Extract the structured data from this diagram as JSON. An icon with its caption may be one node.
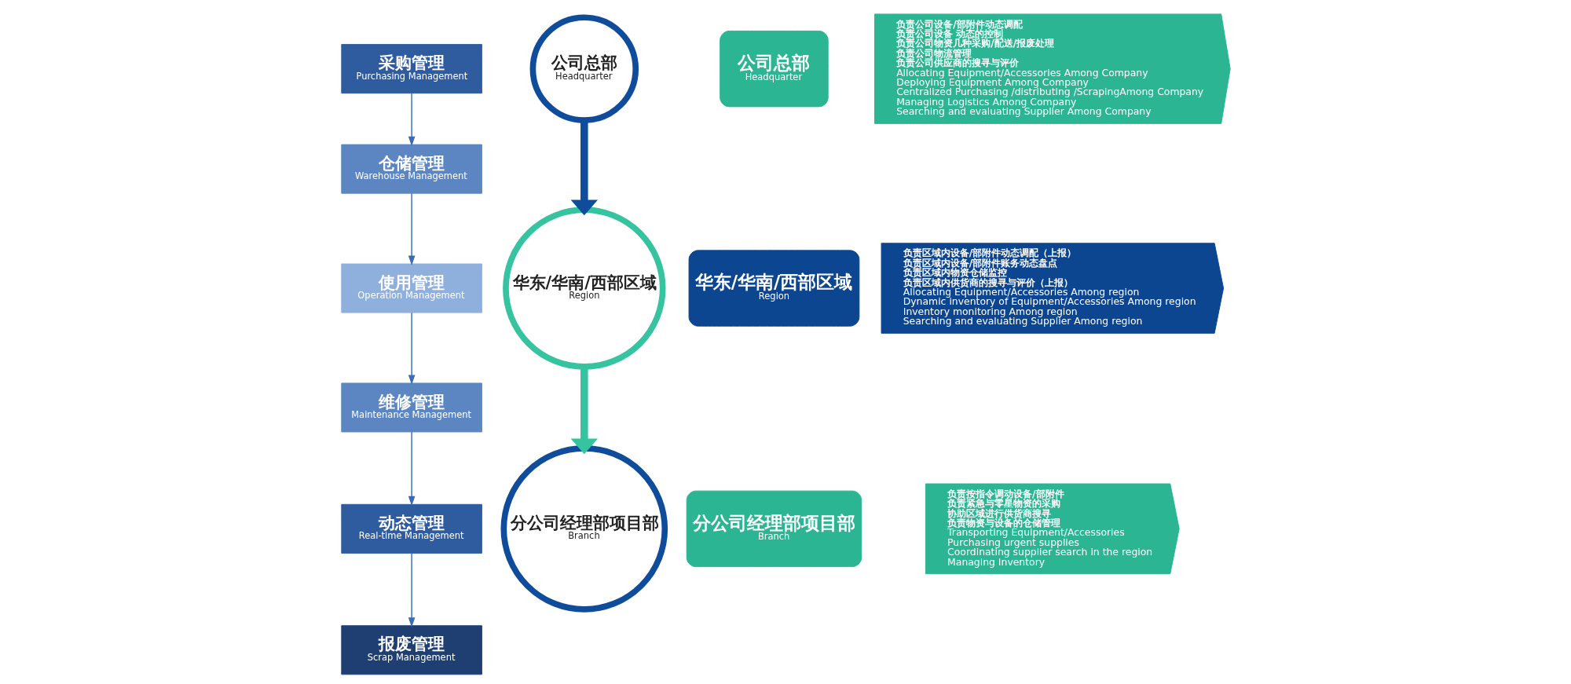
{
  "diagram": {
    "nodes": [
      {
        "text": [
          "采购管理",
          "Purchasing Management"
        ]
      },
      {
        "text": [
          "仓储管理",
          "Warehouse Management"
        ]
      },
      {
        "text": [
          "使用管理",
          "Operation Management"
        ]
      },
      {
        "text": [
          "维修管理",
          "Maintenance Management"
        ]
      },
      {
        "text": [
          "动态管理",
          "Real-time Management"
        ]
      },
      {
        "text": [
          "报废管理",
          "Scrap Management"
        ]
      },
      {
        "text": [
          "公司总部",
          "Headquarter"
        ]
      },
      {
        "text": [
          "华东/华南/西部区域",
          "Region"
        ]
      },
      {
        "text": [
          "分公司经理部项目部",
          "Branch"
        ]
      },
      {
        "text": [
          "公司总部",
          "Headquarter"
        ]
      },
      {
        "text": [
          "负责公司设备/部附件动态调配",
          "负责公司设备 动态的控制",
          "负责公司物资几种采购/配送/报废处理",
          "负责公司物流管理",
          "负责公司供应商的搜寻与评价",
          "Allocating Equipment/Accessories Among Company",
          "Deploying Equipment Among Company",
          "Centralized Purchasing /distributing /ScrapingAmong Company",
          "Managing Logistics Among Company",
          "Searching and evaluating Supplier Among Company"
        ]
      },
      {
        "text": [
          "华东/华南/西部区域",
          "Region"
        ]
      },
      {
        "text": [
          "负责区域内设备/部附件动态调配（上报）",
          "负责区域内设备/部附件账务动态盘点",
          "负责区域内物资仓储监控",
          "负责区域内供货商的搜寻与评价（上报）",
          "Allocating Equipment/Accessories Among region",
          "Dynamic inventory of Equipment/Accessories Among region",
          "Inventory monitoring Among region",
          "Searching and evaluating Supplier Among region"
        ]
      },
      {
        "text": [
          "分公司经理部项目部",
          "Branch"
        ]
      },
      {
        "text": [
          "负责按指令调动设备/部附件",
          "负责紧急与零星物资的采购",
          "协助区域进行供货商搜寻",
          "负责物资与设备的仓储管理",
          "Transporting Equipment/Accessories",
          "Purchasing urgent supplies",
          "Coordinating supplier search in the region",
          "Managing Inventory"
        ]
      }
    ],
    "edges": [
      {
        "from": 0,
        "to": 1,
        "arrow": "to"
      },
      {
        "from": 1,
        "to": 2,
        "arrow": "to"
      },
      {
        "from": 2,
        "to": 3,
        "arrow": "to"
      },
      {
        "from": 3,
        "to": 4,
        "arrow": "to"
      },
      {
        "from": 4,
        "to": 5,
        "arrow": "to"
      },
      {
        "from": 6,
        "to": 7,
        "arrow": "to",
        "style": "thick",
        "color": "#0f4c9c"
      },
      {
        "from": 7,
        "to": 8,
        "arrow": "to",
        "style": "thick",
        "color": "#35c3a0"
      }
    ]
  }
}
